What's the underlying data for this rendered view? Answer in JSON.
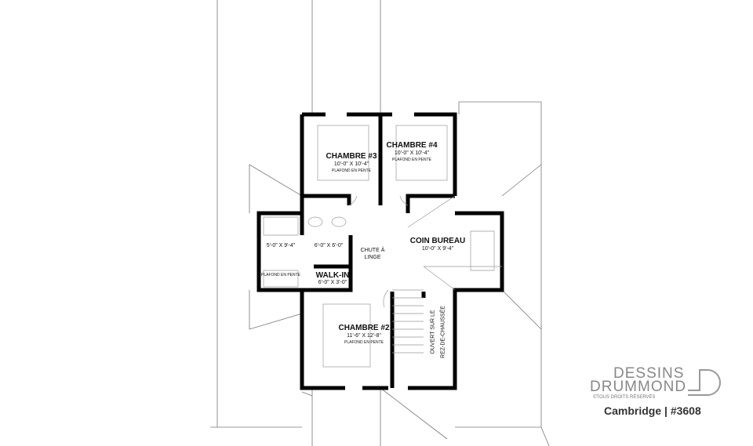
{
  "rooms": {
    "chambre3": {
      "name": "CHAMBRE #3",
      "dim": "10'-0\" X 10'-4\"",
      "note": "PLAFOND EN PENTE"
    },
    "chambre4": {
      "name": "CHAMBRE #4",
      "dim": "10'-0\" X 10'-4\"",
      "note": "PLAFOND EN PENTE"
    },
    "bath1": {
      "dim": "5'-0\" X 9'-4\""
    },
    "bath2": {
      "dim": "6'-0\" X 6'-0\""
    },
    "bath_note": "PLAFOND EN PENTE",
    "coin_bureau": {
      "name": "COIN BUREAU",
      "dim": "10'-0\" X 9'-4\""
    },
    "chute": {
      "line1": "CHUTE À",
      "line2": "LINGE"
    },
    "walkin": {
      "name": "WALK-IN",
      "dim": "6'-0\" X 3'-0\""
    },
    "chambre2": {
      "name": "CHAMBRE #2",
      "dim": "11'-6\" X 12'-8\"",
      "note": "PLAFOND EN PENTE"
    },
    "open": {
      "line1": "OUVERT SUR LE",
      "line2": "REZ-DE-CHAUSSÉE"
    }
  },
  "brand": {
    "line1": "DESSINS",
    "line2": "DRUMMOND",
    "rights": "©TOUS DROITS RÉSERVÉS",
    "plan": "Cambridge | #3608"
  }
}
